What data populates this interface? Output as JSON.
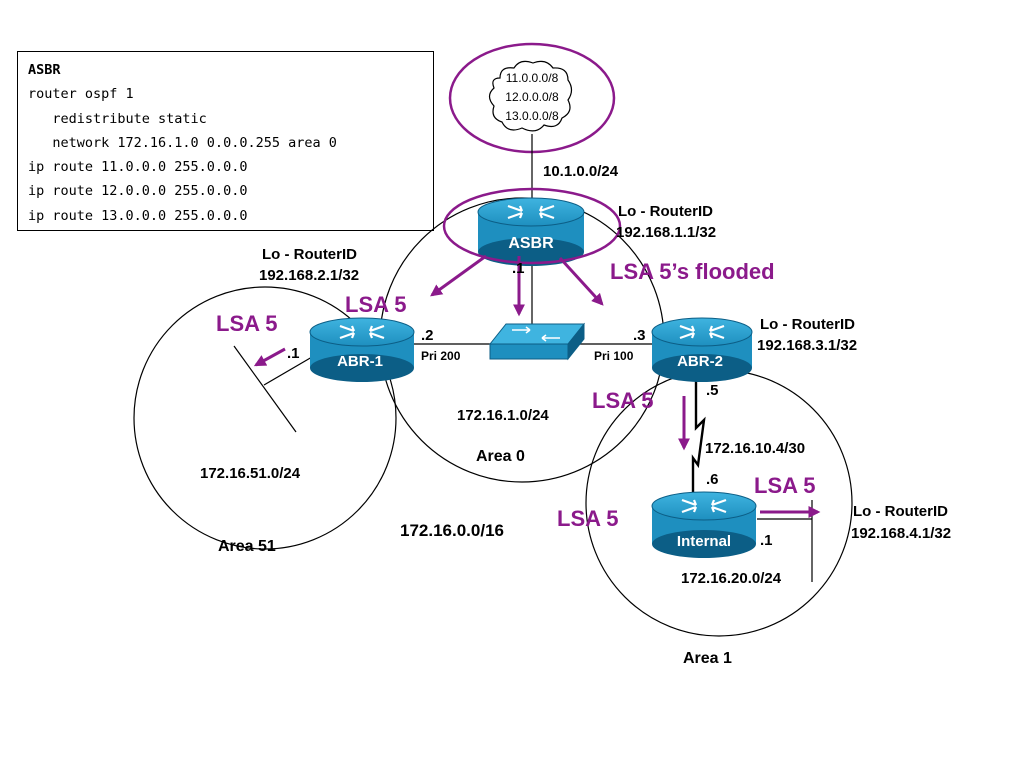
{
  "colors": {
    "lsa": "#8B1A8B",
    "router_body": "#1E8FBF",
    "router_dark": "#0C5E86",
    "line": "#000000"
  },
  "config": {
    "lines": [
      "ASBR",
      "router ospf 1",
      "   redistribute static",
      "   network 172.16.1.0 0.0.0.255 area 0",
      "ip route 11.0.0.0 255.0.0.0",
      "ip route 12.0.0.0 255.0.0.0",
      "ip route 13.0.0.0 255.0.0.0"
    ]
  },
  "external_cloud": {
    "networks": [
      "11.0.0.0/8",
      "12.0.0.0/8",
      "13.0.0.0/8"
    ],
    "link_label": "10.1.0.0/24"
  },
  "routers": {
    "asbr": {
      "name": "ASBR",
      "lo_label": "Lo - RouterID",
      "router_id": "192.168.1.1/32",
      "int_label": ".1"
    },
    "abr1": {
      "name": "ABR-1",
      "lo_label": "Lo - RouterID",
      "router_id": "192.168.2.1/32",
      "int_area0": ".2",
      "int_area51": ".1",
      "priority": "Pri 200"
    },
    "abr2": {
      "name": "ABR-2",
      "lo_label": "Lo - RouterID",
      "router_id": "192.168.3.1/32",
      "int_area0": ".3",
      "int_serial": ".5",
      "priority": "Pri 100"
    },
    "internal": {
      "name": "Internal",
      "lo_label": "Lo - RouterID",
      "router_id": "192.168.4.1/32",
      "int_serial": ".6",
      "int_lan": ".1"
    }
  },
  "areas": {
    "area0": {
      "name": "Area 0",
      "subnet": "172.16.1.0/24"
    },
    "area51": {
      "name": "Area 51",
      "subnet": "172.16.51.0/24"
    },
    "area1": {
      "name": "Area 1",
      "serial_subnet": "172.16.10.4/30",
      "lan_subnet": "172.16.20.0/24"
    }
  },
  "summary_network": "172.16.0.0/16",
  "lsa": {
    "flooded": "LSA 5’s flooded",
    "abr1": "LSA 5",
    "area51": "LSA 5",
    "abr2": "LSA 5",
    "area1_left": "LSA 5",
    "internal": "LSA 5"
  }
}
